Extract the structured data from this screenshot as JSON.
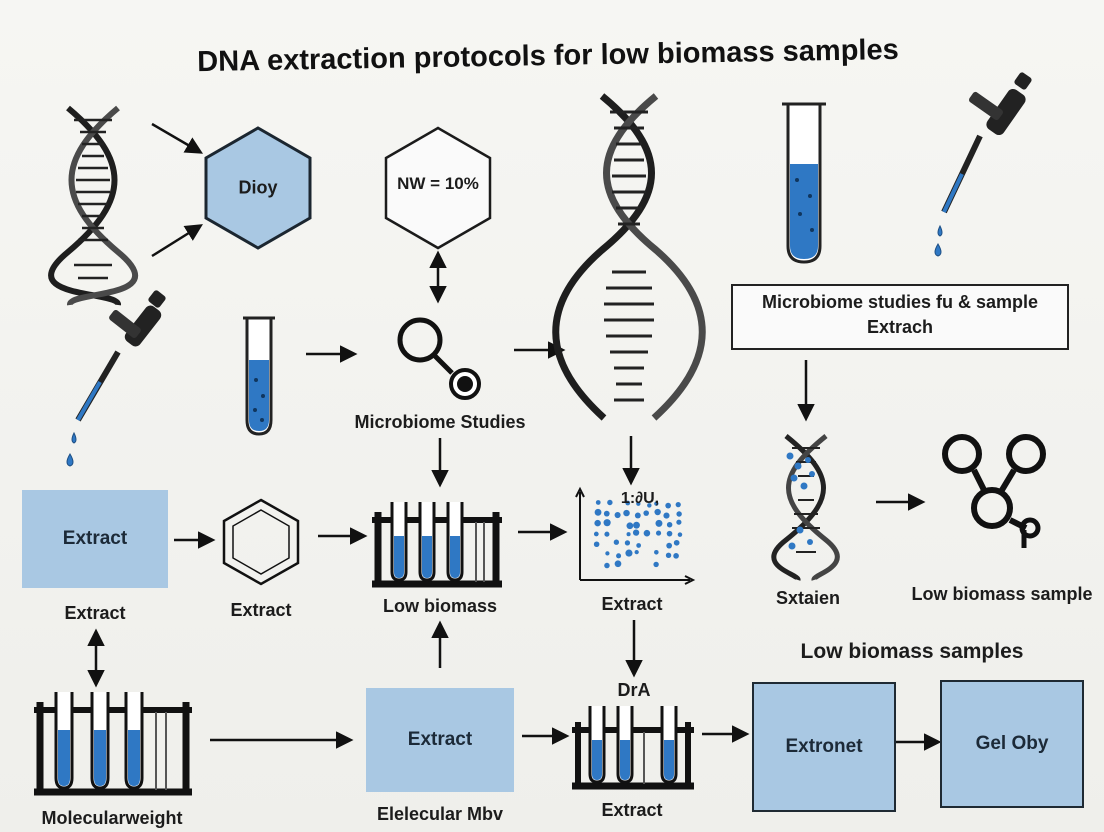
{
  "title": "DNA extraction protocols for low biomass samples",
  "hexagons": {
    "filled_label": "Dioy",
    "outline_label": "NW = 10%"
  },
  "labels": {
    "microbiome_studies": "Microbiome Studies",
    "extract_left": "Extract",
    "extract_benzene": "Extract",
    "low_biomass_rack": "Low biomass",
    "extract_scatter": "Extract",
    "sxtaien": "Sxtaien",
    "low_biomass_sample": "Low biomass sample",
    "low_biomass_samples": "Low biomass samples",
    "dra": "DrA",
    "molecular_weight": "Molecularweight",
    "elelecular_mbv": "Elelecular Mbv",
    "extract_bottom_rack": "Extract",
    "scatter_annotation": "1:∂U,"
  },
  "boxes": {
    "extract_left_box": "Extract",
    "extract_bottom_box": "Extract",
    "extronet": "Extronet",
    "gel_oby": "Gel Oby",
    "microbiome_box_line1": "Microbiome studies fu & sample",
    "microbiome_box_line2": "Extrach"
  },
  "colors": {
    "accent_blue": "#a9c8e3",
    "liquid_blue": "#2f78c4",
    "ink": "#1c1c1c"
  }
}
